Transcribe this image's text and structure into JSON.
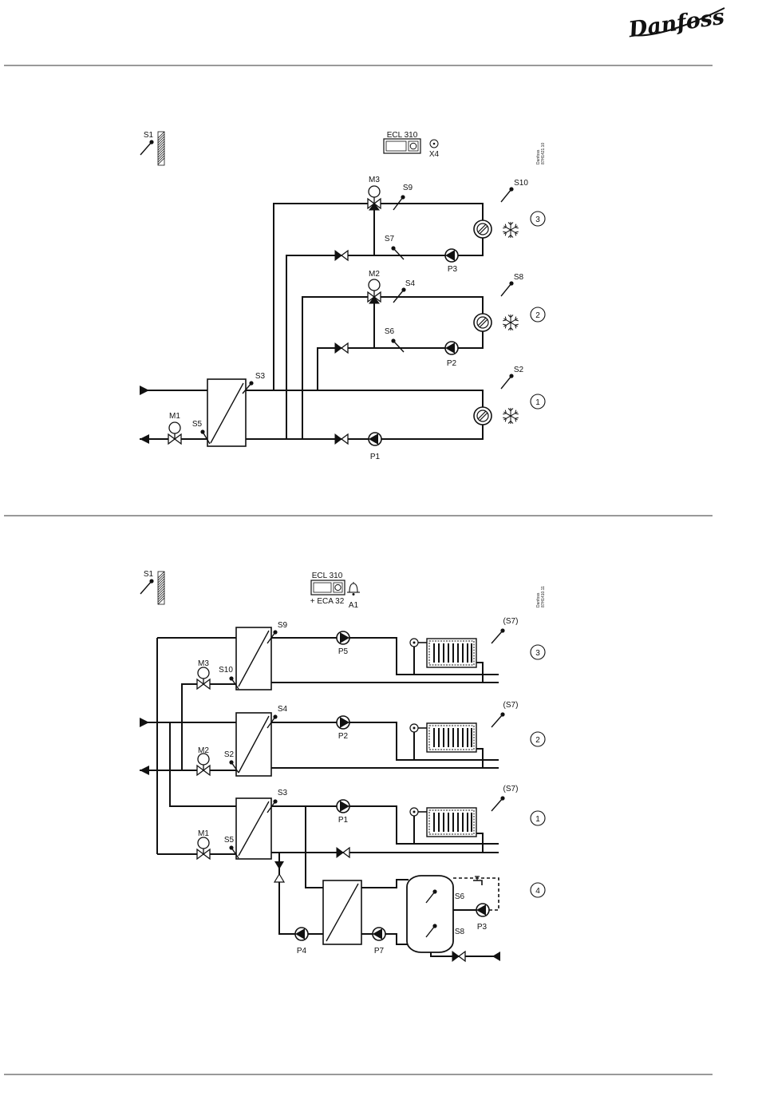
{
  "header": {
    "logo": "Danfoss"
  },
  "diagram_1": {
    "doc_ref": {
      "brand": "Danfoss",
      "number": "87H1421.10"
    },
    "controller": "ECL 310",
    "connector": "X4",
    "sensors": {
      "s1": "S1",
      "s2": "S2",
      "s3": "S3",
      "s4": "S4",
      "s5": "S5",
      "s6": "S6",
      "s7": "S7",
      "s8": "S8",
      "s9": "S9",
      "s10": "S10"
    },
    "valves": {
      "m1": "M1",
      "m2": "M2",
      "m3": "M3"
    },
    "pumps": {
      "p1": "P1",
      "p2": "P2",
      "p3": "P3"
    },
    "circuits": [
      "1",
      "2",
      "3"
    ]
  },
  "diagram_2": {
    "doc_ref": {
      "brand": "Danfoss",
      "number": "87H1410.11"
    },
    "controller": "ECL 310",
    "module": "+ ECA 32",
    "alarm": "A1",
    "sensors": {
      "s1": "S1",
      "s2": "S2",
      "s3": "S3",
      "s4": "S4",
      "s5": "S5",
      "s6": "S6",
      "s8": "S8",
      "s9": "S9",
      "s10": "S10",
      "s7_optional": "(S7)"
    },
    "valves": {
      "m1": "M1",
      "m2": "M2",
      "m3": "M3"
    },
    "pumps": {
      "p1": "P1",
      "p2": "P2",
      "p3": "P3",
      "p4": "P4",
      "p5": "P5",
      "p7": "P7"
    },
    "circuits": [
      "1",
      "2",
      "3",
      "4"
    ]
  }
}
